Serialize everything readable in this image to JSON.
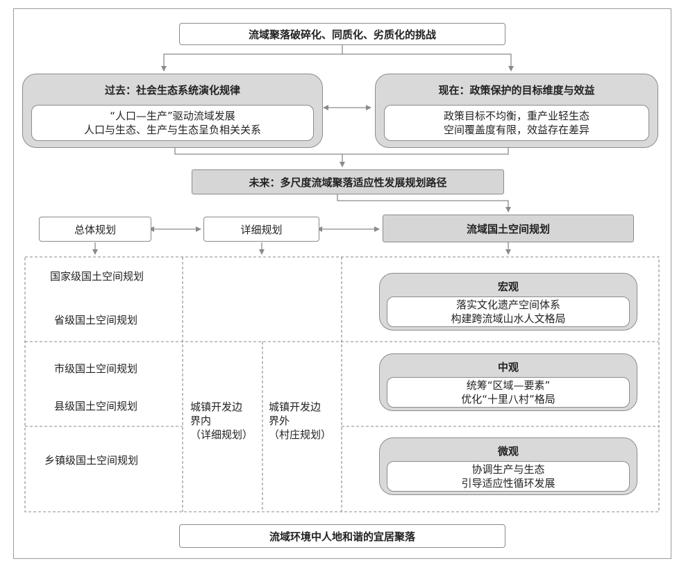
{
  "top_box": "流域聚落破碎化、同质化、劣质化的挑战",
  "past": {
    "title": "过去：社会生态系统演化规律",
    "lines": [
      "“人口—生产”驱动流域发展",
      "人口与生态、生产与生态呈负相关关系"
    ]
  },
  "present": {
    "title": "现在：政策保护的目标维度与效益",
    "lines": [
      "政策目标不均衡，重产业轻生态",
      "空间覆盖度有限，效益存在差异"
    ]
  },
  "future": "未来：多尺度流域聚落适应性发展规划路径",
  "plans": {
    "overall": "总体规划",
    "detailed": "详细规划",
    "watershed": "流域国土空间规划"
  },
  "levels": [
    "国家级国土空间规划",
    "省级国土空间规划",
    "市级国土空间规划",
    "县级国土空间规划",
    "乡镇级国土空间规划"
  ],
  "boundary_inside": [
    "城镇开发边",
    "界内",
    "（详细规划）"
  ],
  "boundary_outside": [
    "城镇开发边",
    "界外",
    "（村庄规划）"
  ],
  "scales": [
    {
      "title": "宏观",
      "lines": [
        "落实文化遗产空间体系",
        "构建跨流域山水人文格局"
      ]
    },
    {
      "title": "中观",
      "lines": [
        "统筹“区域—要素”",
        "优化“十里八村”格局"
      ]
    },
    {
      "title": "微观",
      "lines": [
        "协调生产与生态",
        "引导适应性循环发展"
      ]
    }
  ],
  "bottom_box": "流域环境中人地和谐的宜居聚落",
  "colors": {
    "line": "#8a8a8a",
    "shade": "#d6d6d6",
    "border": "#9a9a9a"
  }
}
